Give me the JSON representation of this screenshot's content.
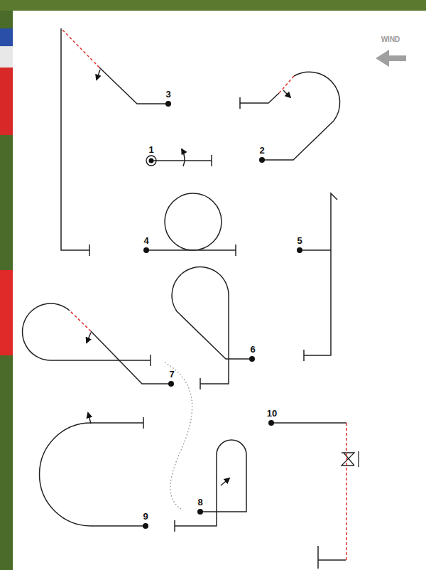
{
  "diagram": {
    "labels": [
      "WIND",
      "3",
      "1",
      "2",
      "4",
      "5",
      "6",
      "7",
      "10",
      "8",
      "9"
    ]
  }
}
